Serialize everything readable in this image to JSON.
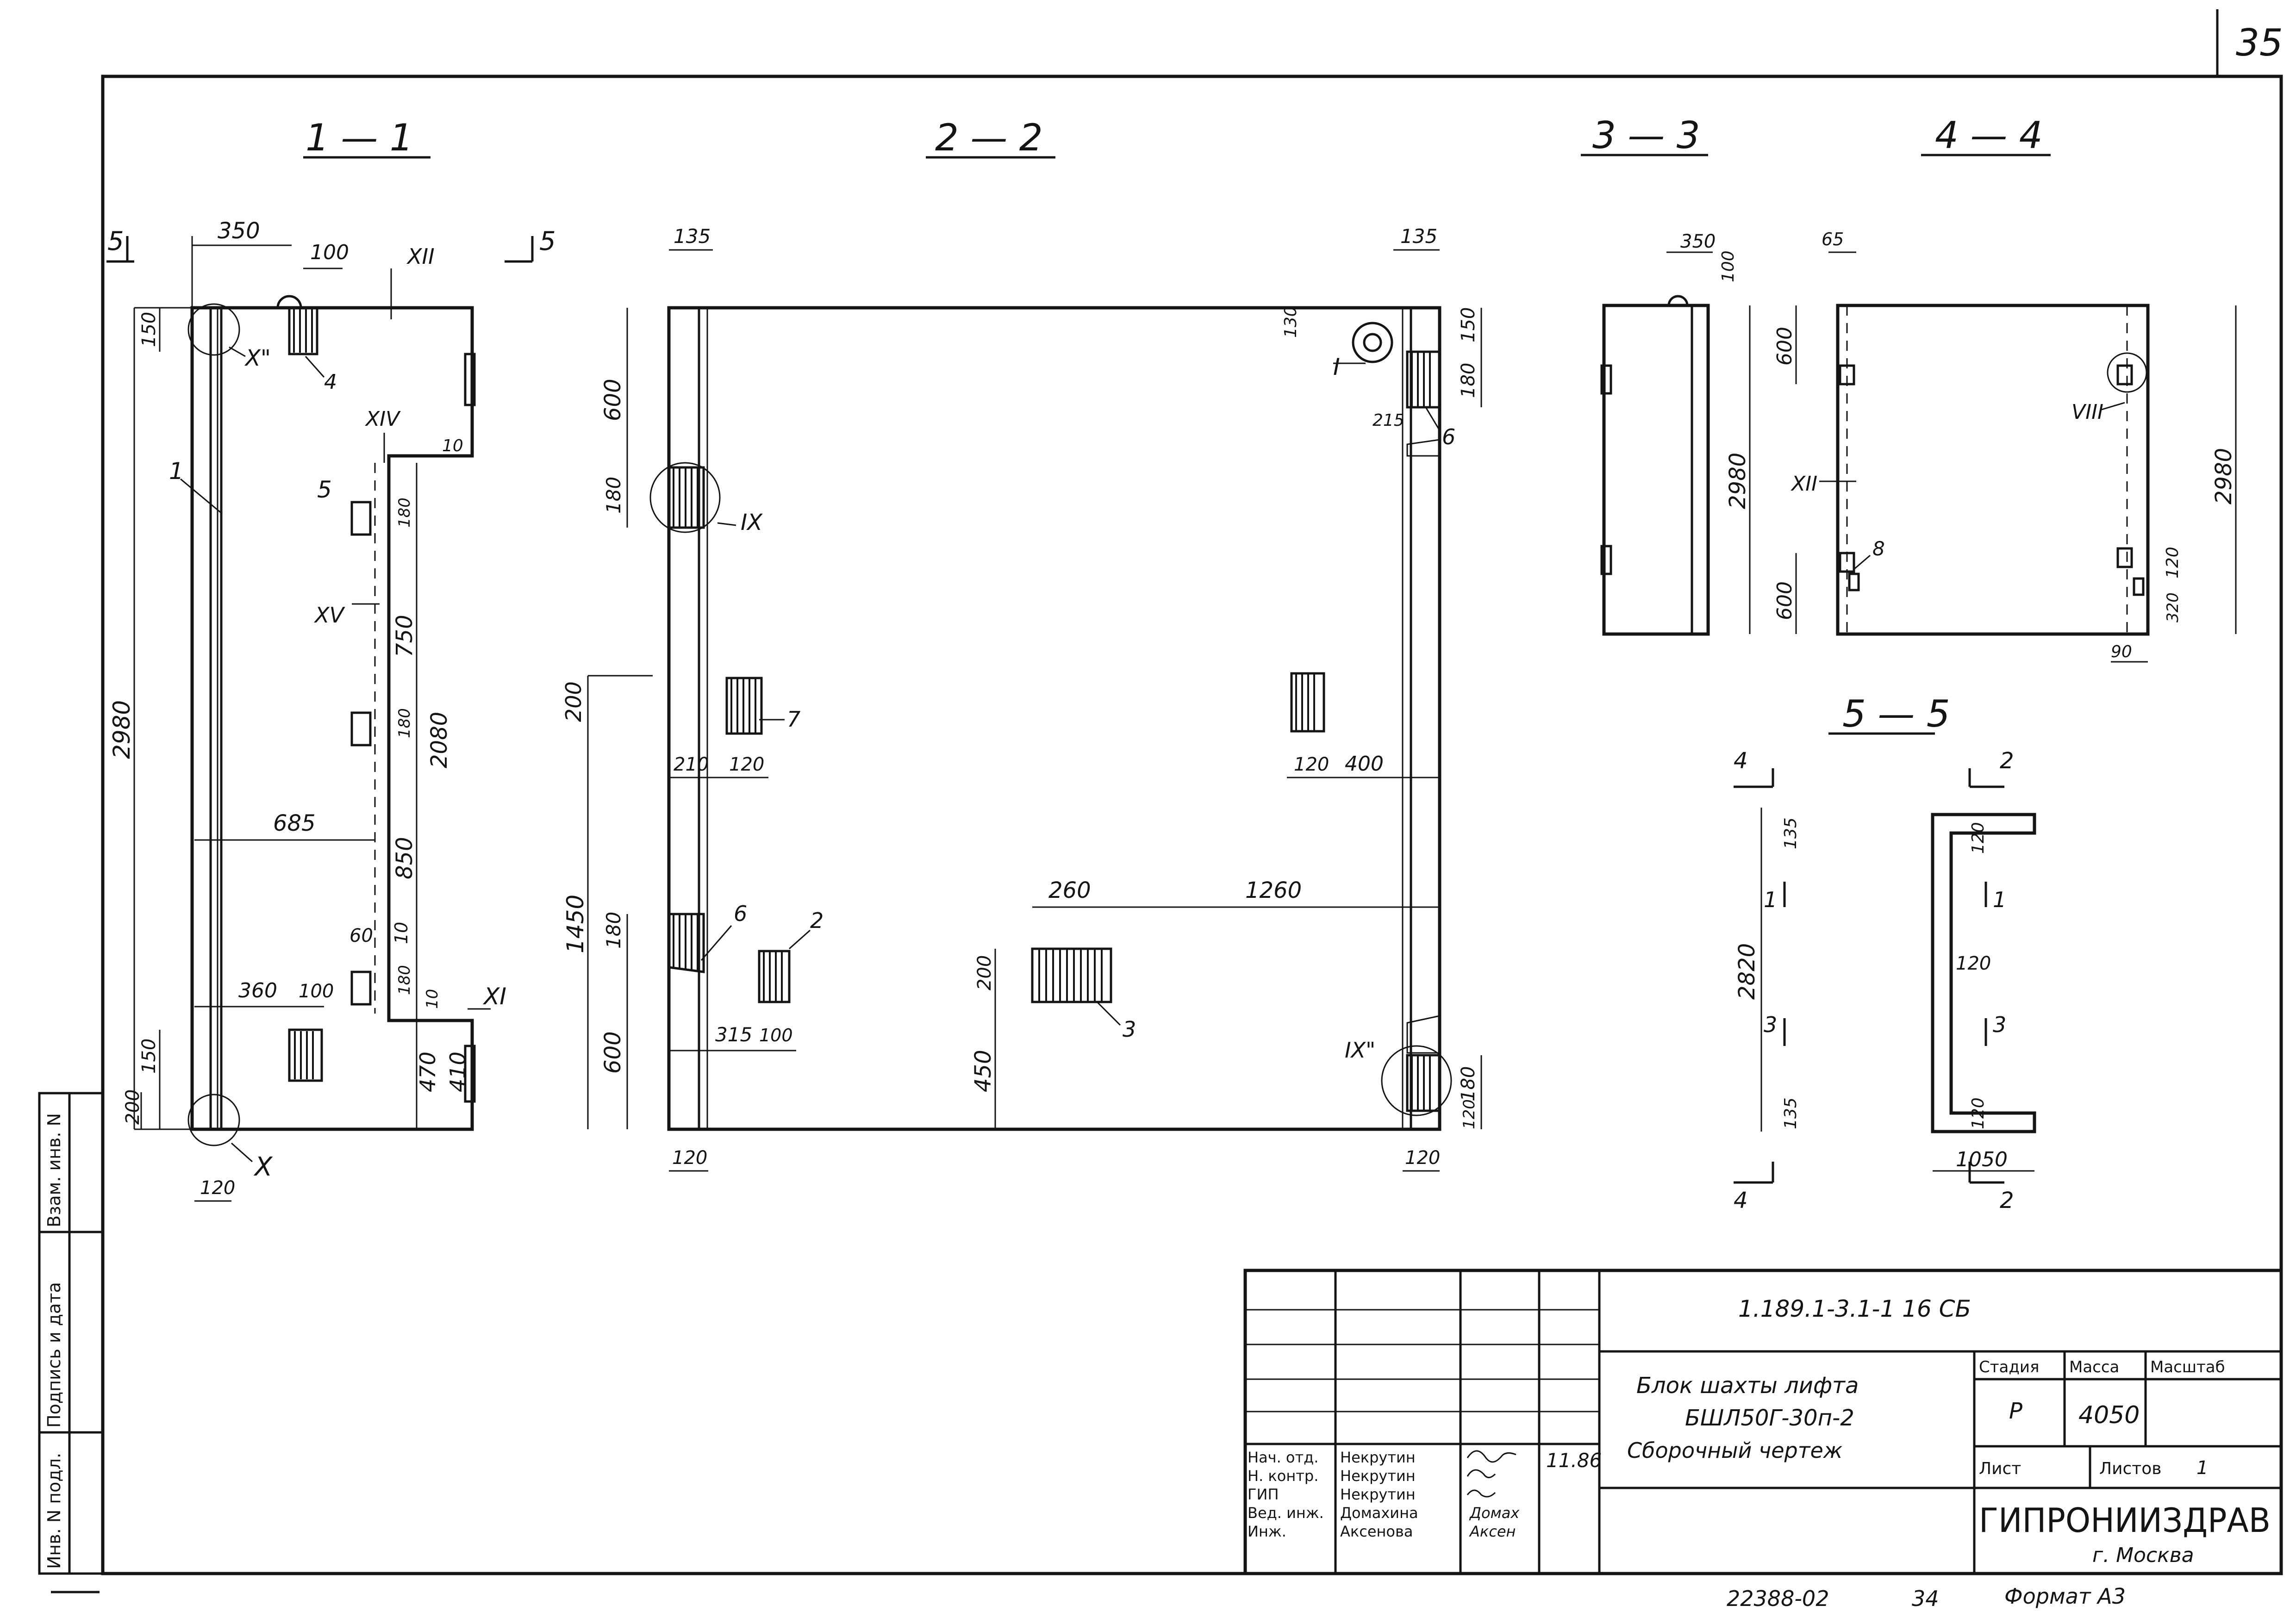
{
  "page_number": "35",
  "sections": [
    {
      "id": "1-1",
      "label": "1 — 1"
    },
    {
      "id": "2-2",
      "label": "2 — 2"
    },
    {
      "id": "3-3",
      "label": "3 — 3"
    },
    {
      "id": "4-4",
      "label": "4 — 4"
    },
    {
      "id": "5-5",
      "label": "5 — 5"
    }
  ],
  "view11": {
    "cut_left": "5",
    "cut_right": "5",
    "dims": {
      "top_width": "350",
      "hook": "100",
      "d150": "150",
      "height": "2980",
      "d685": "685",
      "d360": "360",
      "d100b": "100",
      "d150b": "150",
      "d200": "200",
      "d120": "120",
      "d750": "750",
      "d2080": "2080",
      "d850": "850",
      "d60": "60",
      "d10": "10",
      "d10b": "10",
      "d470": "470",
      "d410": "410",
      "d180a": "180",
      "d180b": "180",
      "d180c": "180",
      "d10c": "10"
    },
    "callouts": {
      "p1": "1",
      "p4": "4",
      "p5": "5",
      "X": "X",
      "Xh": "X\"",
      "XI": "XI",
      "XII": "XII",
      "XIV": "XIV",
      "XV": "XV"
    }
  },
  "view22": {
    "dims": {
      "top_left": "135",
      "top_right": "135",
      "d600a": "600",
      "d180a": "180",
      "d200": "200",
      "d210": "210",
      "d120a": "120",
      "d1450": "1450",
      "d180b": "180",
      "d600b": "600",
      "d315": "315",
      "d100": "100",
      "d120b": "120",
      "d120c": "120",
      "d400": "400",
      "d260": "260",
      "d1260": "1260",
      "d200b": "200",
      "d450": "450",
      "d130": "130",
      "d150": "150",
      "d180c": "180",
      "d215": "215",
      "d180d": "180",
      "d120d": "120",
      "d120e": "120"
    },
    "callouts": {
      "I": "I",
      "IX": "IX",
      "IXh": "IX\"",
      "p2": "2",
      "p3": "3",
      "p6a": "6",
      "p6b": "6",
      "p7": "7"
    }
  },
  "view33": {
    "dims": {
      "w350": "350",
      "h100": "100",
      "h2980": "2980"
    }
  },
  "view44": {
    "dims": {
      "d65": "65",
      "d600a": "600",
      "d600b": "600",
      "h2980": "2980",
      "d120": "120",
      "d320": "320",
      "d90": "90"
    },
    "callouts": {
      "VIII": "VIII",
      "XII": "XII",
      "p8": "8"
    }
  },
  "view55": {
    "dims": {
      "h2820": "2820",
      "d135a": "135",
      "d135b": "135",
      "d120a": "120",
      "d120b": "120",
      "d120c": "120",
      "w1050": "1050"
    },
    "cuts": {
      "c4a": "4",
      "c4b": "4",
      "c2a": "2",
      "c2b": "2",
      "c1a": "1",
      "c1b": "1",
      "c3a": "3",
      "c3b": "3"
    }
  },
  "side_stamp": [
    "Инв. N подл.",
    "Подпись и дата",
    "Взам. инв. N"
  ],
  "title_block": {
    "code": "1.189.1-3.1-1  16 СБ",
    "title_line1": "Блок шахты лифта",
    "title_line2": "БШЛ50Г-30п-2",
    "title_line3": "Сборочный чертеж",
    "headers": {
      "stage": "Стадия",
      "mass": "Масса",
      "scale": "Масштаб"
    },
    "values": {
      "stage": "Р",
      "mass": "4050",
      "scale": ""
    },
    "sheet_label": "Лист",
    "sheets_label": "Листов",
    "sheets_value": "1",
    "org": "ГИПРОНИИЗДРАВ",
    "city": "г. Москва",
    "date": "11.86",
    "roles": [
      "Нач. отд.",
      "Н. контр.",
      "ГИП",
      "Вед. инж.",
      "Инж."
    ],
    "names": [
      "Некрутин",
      "Некрутин",
      "Некрутин",
      "Домахина",
      "Аксенова"
    ],
    "signatures": [
      "",
      "",
      "",
      "Домах",
      "Аксен"
    ]
  },
  "footer": {
    "archive": "22388-02",
    "page": "34",
    "format": "Формат А3"
  }
}
